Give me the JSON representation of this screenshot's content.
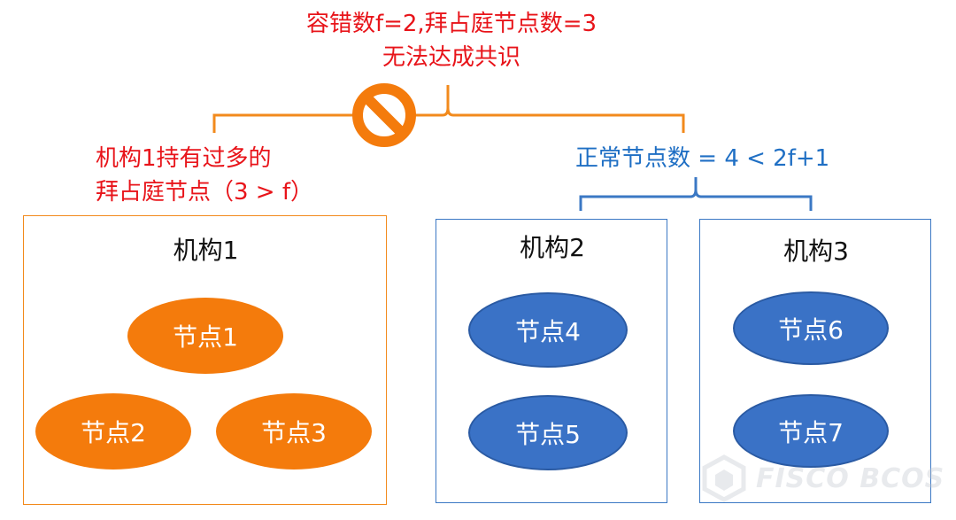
{
  "annotations": {
    "top_line1": "容错数f=2,拜占庭节点数=3",
    "top_line2": "无法达成共识",
    "left_line1": "机构1持有过多的",
    "left_line2": "拜占庭节点（3 > f）",
    "right_line": "正常节点数 = 4 < 2f+1"
  },
  "orgs": [
    {
      "title": "机构1",
      "nodes": [
        "节点1",
        "节点2",
        "节点3"
      ]
    },
    {
      "title": "机构2",
      "nodes": [
        "节点4",
        "节点5"
      ]
    },
    {
      "title": "机构3",
      "nodes": [
        "节点6",
        "节点7"
      ]
    }
  ],
  "icons": {
    "forbidden": "prohibited-icon",
    "watermark": "cube-logo-icon"
  },
  "watermark": {
    "text": "FISCO BCOS"
  },
  "colors": {
    "red_text": "#e8141a",
    "blue_text": "#1f6fc4",
    "orange": "#f47b0c",
    "blue": "#3a72c6"
  }
}
